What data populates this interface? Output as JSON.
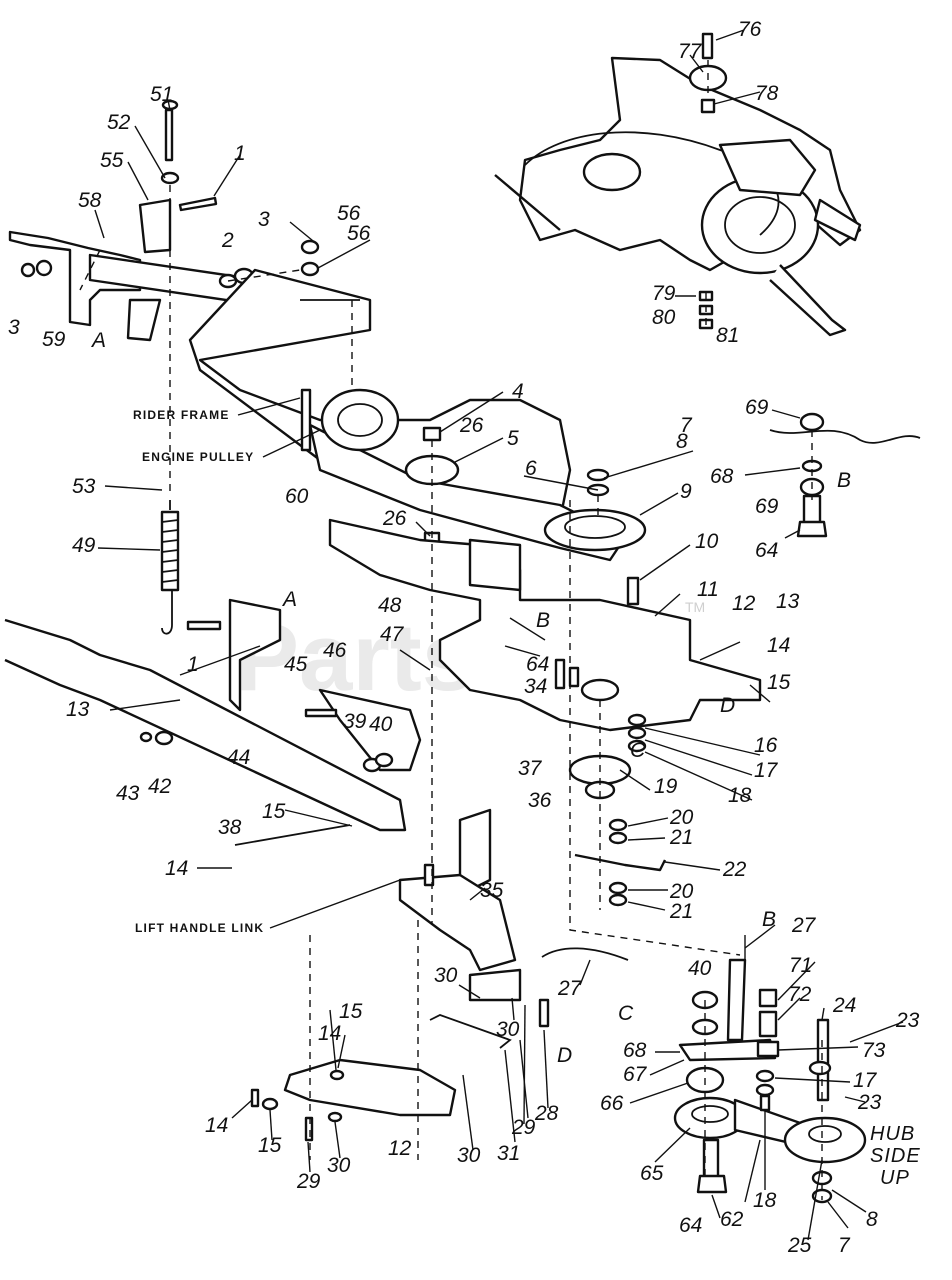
{
  "watermark": {
    "text": "PartsTree",
    "tm": "TM"
  },
  "captions": {
    "rider_frame": "RIDER FRAME",
    "engine_pulley": "ENGINE PULLEY",
    "lift_handle_link": "LIFT HANDLE LINK"
  },
  "notes": {
    "hub_side_up": [
      "HUB",
      "SIDE",
      "UP"
    ]
  },
  "letters": [
    "A",
    "A",
    "B",
    "B",
    "B",
    "C",
    "C",
    "D",
    "D"
  ],
  "callouts": [
    "76",
    "77",
    "78",
    "51",
    "52",
    "55",
    "1",
    "58",
    "3",
    "59",
    "2",
    "3",
    "56",
    "56",
    "79",
    "80",
    "81",
    "69",
    "68",
    "69",
    "64",
    "4",
    "26",
    "5",
    "7",
    "8",
    "6",
    "9",
    "53",
    "49",
    "60",
    "26",
    "10",
    "11",
    "12",
    "13",
    "14",
    "15",
    "48",
    "47",
    "64",
    "34",
    "16",
    "17",
    "18",
    "19",
    "36",
    "20",
    "21",
    "22",
    "20",
    "21",
    "46",
    "45",
    "39",
    "40",
    "1",
    "44",
    "43",
    "42",
    "13",
    "15",
    "38",
    "14",
    "35",
    "37",
    "27",
    "27",
    "71",
    "72",
    "24",
    "23",
    "73",
    "17",
    "23",
    "40",
    "68",
    "67",
    "66",
    "65",
    "64",
    "62",
    "18",
    "25",
    "7",
    "8",
    "30",
    "30",
    "29",
    "28",
    "31",
    "30",
    "15",
    "14",
    "14",
    "15",
    "12",
    "29",
    "30"
  ]
}
